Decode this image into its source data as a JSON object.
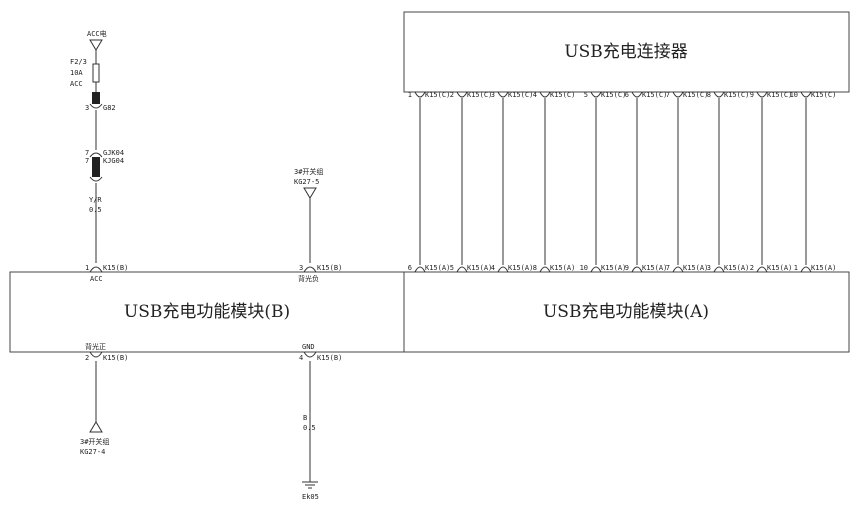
{
  "connector_box": {
    "label": "USB充电连接器"
  },
  "module_b": {
    "label": "USB充电功能模块(B)"
  },
  "module_a": {
    "label": "USB充电功能模块(A)"
  },
  "acc_feed": {
    "source": "ACC电",
    "fuse_id": "F2/3",
    "fuse_rating": "10A",
    "fuse_circuit": "ACC",
    "junction_pin": "3",
    "junction_id": "G82",
    "connector_pin_a": "7",
    "connector_pin_b": "7",
    "connector_id_a": "GJK04",
    "connector_id_b": "KJG04",
    "wire_color": "Y/R",
    "wire_size": "0.5",
    "module_pin": "1",
    "module_connector": "K15(B)",
    "module_signal": "ACC"
  },
  "backlight_neg": {
    "source_label": "3#开关组",
    "source_pin": "KG27-5",
    "module_pin": "3",
    "module_connector": "K15(B)",
    "module_signal": "背光负"
  },
  "backlight_pos": {
    "module_signal": "背光正",
    "module_pin": "2",
    "module_connector": "K15(B)",
    "dest_label": "3#开关组",
    "dest_pin": "KG27-4"
  },
  "ground": {
    "module_signal": "GND",
    "module_pin": "4",
    "module_connector": "K15(B)",
    "wire_color": "B",
    "wire_size": "0.5",
    "ground_id": "Ek05"
  },
  "usb_wires": [
    {
      "top_pin": "1",
      "top_connector": "K15(C)",
      "bottom_pin": "6",
      "bottom_connector": "K15(A)"
    },
    {
      "top_pin": "2",
      "top_connector": "K15(C)",
      "bottom_pin": "5",
      "bottom_connector": "K15(A)"
    },
    {
      "top_pin": "3",
      "top_connector": "K15(C)",
      "bottom_pin": "4",
      "bottom_connector": "K15(A)"
    },
    {
      "top_pin": "4",
      "top_connector": "K15(C)",
      "bottom_pin": "8",
      "bottom_connector": "K15(A)"
    },
    {
      "top_pin": "5",
      "top_connector": "K15(C)",
      "bottom_pin": "10",
      "bottom_connector": "K15(A)"
    },
    {
      "top_pin": "6",
      "top_connector": "K15(C)",
      "bottom_pin": "9",
      "bottom_connector": "K15(A)"
    },
    {
      "top_pin": "7",
      "top_connector": "K15(C)",
      "bottom_pin": "7",
      "bottom_connector": "K15(A)"
    },
    {
      "top_pin": "8",
      "top_connector": "K15(C)",
      "bottom_pin": "3",
      "bottom_connector": "K15(A)"
    },
    {
      "top_pin": "9",
      "top_connector": "K15(C)",
      "bottom_pin": "2",
      "bottom_connector": "K15(A)"
    },
    {
      "top_pin": "10",
      "top_connector": "K15(C)",
      "bottom_pin": "1",
      "bottom_connector": "K15(A)"
    }
  ]
}
